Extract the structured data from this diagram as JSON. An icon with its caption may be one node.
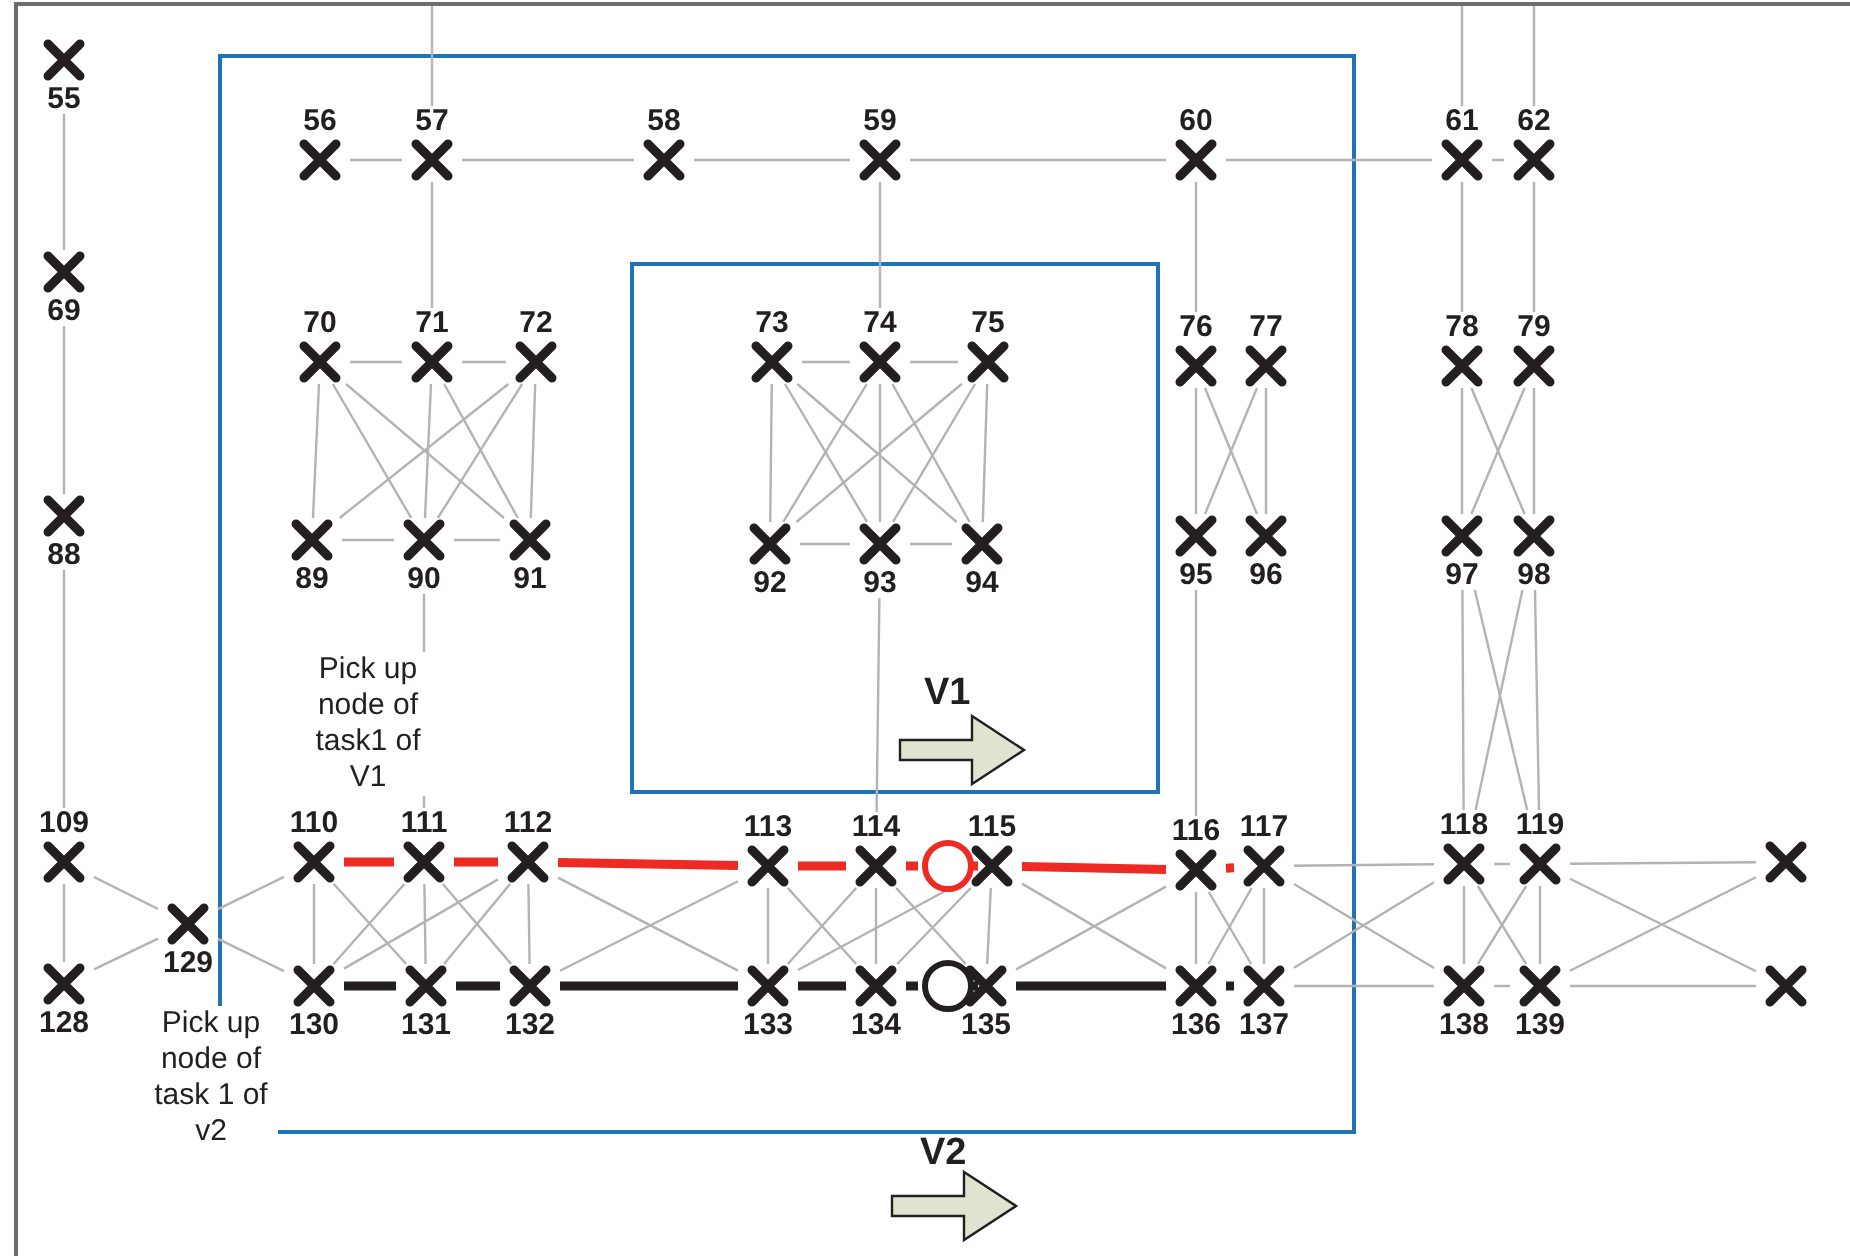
{
  "diagram": {
    "nodes": [
      {
        "text": [
          "55"
        ]
      },
      {
        "text": [
          "56"
        ]
      },
      {
        "text": [
          "57"
        ]
      },
      {
        "text": [
          "58"
        ]
      },
      {
        "text": [
          "59"
        ]
      },
      {
        "text": [
          "60"
        ]
      },
      {
        "text": [
          "61"
        ]
      },
      {
        "text": [
          "62"
        ]
      },
      {
        "text": [
          "69"
        ]
      },
      {
        "text": [
          "70"
        ]
      },
      {
        "text": [
          "71"
        ]
      },
      {
        "text": [
          "72"
        ]
      },
      {
        "text": [
          "73"
        ]
      },
      {
        "text": [
          "74"
        ]
      },
      {
        "text": [
          "75"
        ]
      },
      {
        "text": [
          "76"
        ]
      },
      {
        "text": [
          "77"
        ]
      },
      {
        "text": [
          "78"
        ]
      },
      {
        "text": [
          "79"
        ]
      },
      {
        "text": [
          "88"
        ]
      },
      {
        "text": [
          "89"
        ]
      },
      {
        "text": [
          "90"
        ]
      },
      {
        "text": [
          "91"
        ]
      },
      {
        "text": [
          "92"
        ]
      },
      {
        "text": [
          "93"
        ]
      },
      {
        "text": [
          "94"
        ]
      },
      {
        "text": [
          "95"
        ]
      },
      {
        "text": [
          "96"
        ]
      },
      {
        "text": [
          "97"
        ]
      },
      {
        "text": [
          "98"
        ]
      },
      {
        "text": [
          "109"
        ]
      },
      {
        "text": [
          "110"
        ]
      },
      {
        "text": [
          "111"
        ]
      },
      {
        "text": [
          "112"
        ]
      },
      {
        "text": [
          "113"
        ]
      },
      {
        "text": [
          "114"
        ]
      },
      {
        "text": [],
        "shape": "circle"
      },
      {
        "text": [
          "115"
        ]
      },
      {
        "text": [
          "116"
        ]
      },
      {
        "text": [
          "117"
        ]
      },
      {
        "text": [
          "118"
        ]
      },
      {
        "text": [
          "119"
        ]
      },
      {
        "text": [],
        "shape": "cross"
      },
      {
        "text": [
          "129"
        ]
      },
      {
        "text": [
          "128"
        ]
      },
      {
        "text": [
          "130"
        ]
      },
      {
        "text": [
          "131"
        ]
      },
      {
        "text": [
          "132"
        ]
      },
      {
        "text": [
          "133"
        ]
      },
      {
        "text": [
          "134"
        ]
      },
      {
        "text": [],
        "shape": "circle"
      },
      {
        "text": [
          "135"
        ]
      },
      {
        "text": [
          "136"
        ]
      },
      {
        "text": [
          "137"
        ]
      },
      {
        "text": [
          "138"
        ]
      },
      {
        "text": [
          "139"
        ]
      },
      {
        "text": [],
        "shape": "cross"
      }
    ],
    "edges": [
      {
        "from": 0,
        "to": 8,
        "arrow": "none"
      },
      {
        "from": 8,
        "to": 19,
        "arrow": "none"
      },
      {
        "from": 19,
        "to": 30,
        "arrow": "none"
      },
      {
        "from": 30,
        "to": 44,
        "arrow": "none"
      },
      {
        "from": 1,
        "to": 2,
        "arrow": "none"
      },
      {
        "from": 2,
        "to": 3,
        "arrow": "none"
      },
      {
        "from": 3,
        "to": 4,
        "arrow": "none"
      },
      {
        "from": 4,
        "to": 5,
        "arrow": "none"
      },
      {
        "from": 5,
        "to": 6,
        "arrow": "none"
      },
      {
        "from": 6,
        "to": 7,
        "arrow": "none"
      },
      {
        "from": null,
        "to": 2,
        "arrow": "none"
      },
      {
        "from": null,
        "to": 6,
        "arrow": "none"
      },
      {
        "from": null,
        "to": 7,
        "arrow": "none"
      },
      {
        "from": 2,
        "to": 10,
        "arrow": "none"
      },
      {
        "from": 10,
        "to": 21,
        "arrow": "none"
      },
      {
        "from": 21,
        "to": 32,
        "arrow": "none"
      },
      {
        "from": 4,
        "to": 13,
        "arrow": "none"
      },
      {
        "from": 13,
        "to": 24,
        "arrow": "none"
      },
      {
        "from": 24,
        "to": 35,
        "arrow": "none"
      },
      {
        "from": 35,
        "to": 49,
        "arrow": "none"
      },
      {
        "from": 5,
        "to": 15,
        "arrow": "none"
      },
      {
        "from": 15,
        "to": 26,
        "arrow": "none"
      },
      {
        "from": 26,
        "to": 38,
        "arrow": "none"
      },
      {
        "from": 38,
        "to": 52,
        "arrow": "none"
      },
      {
        "from": 6,
        "to": 17,
        "arrow": "none"
      },
      {
        "from": 17,
        "to": 28,
        "arrow": "none"
      },
      {
        "from": 28,
        "to": 40,
        "arrow": "none"
      },
      {
        "from": 40,
        "to": 54,
        "arrow": "none"
      },
      {
        "from": 7,
        "to": 18,
        "arrow": "none"
      },
      {
        "from": 18,
        "to": 29,
        "arrow": "none"
      },
      {
        "from": 29,
        "to": 41,
        "arrow": "none"
      },
      {
        "from": 41,
        "to": 55,
        "arrow": "none"
      },
      {
        "from": 9,
        "to": 10,
        "arrow": "none"
      },
      {
        "from": 10,
        "to": 11,
        "arrow": "none"
      },
      {
        "from": 20,
        "to": 21,
        "arrow": "none"
      },
      {
        "from": 21,
        "to": 22,
        "arrow": "none"
      },
      {
        "from": 9,
        "to": 20,
        "arrow": "none"
      },
      {
        "from": 11,
        "to": 22,
        "arrow": "none"
      },
      {
        "from": 9,
        "to": 21,
        "arrow": "none"
      },
      {
        "from": 9,
        "to": 22,
        "arrow": "none"
      },
      {
        "from": 10,
        "to": 22,
        "arrow": "none"
      },
      {
        "from": 11,
        "to": 20,
        "arrow": "none"
      },
      {
        "from": 11,
        "to": 21,
        "arrow": "none"
      },
      {
        "from": 12,
        "to": 13,
        "arrow": "none"
      },
      {
        "from": 13,
        "to": 14,
        "arrow": "none"
      },
      {
        "from": 23,
        "to": 24,
        "arrow": "none"
      },
      {
        "from": 24,
        "to": 25,
        "arrow": "none"
      },
      {
        "from": 12,
        "to": 23,
        "arrow": "none"
      },
      {
        "from": 14,
        "to": 25,
        "arrow": "none"
      },
      {
        "from": 12,
        "to": 24,
        "arrow": "none"
      },
      {
        "from": 12,
        "to": 25,
        "arrow": "none"
      },
      {
        "from": 13,
        "to": 23,
        "arrow": "none"
      },
      {
        "from": 13,
        "to": 25,
        "arrow": "none"
      },
      {
        "from": 14,
        "to": 23,
        "arrow": "none"
      },
      {
        "from": 14,
        "to": 24,
        "arrow": "none"
      },
      {
        "from": 16,
        "to": 27,
        "arrow": "none"
      },
      {
        "from": 15,
        "to": 27,
        "arrow": "none"
      },
      {
        "from": 16,
        "to": 26,
        "arrow": "none"
      },
      {
        "from": 17,
        "to": 29,
        "arrow": "none"
      },
      {
        "from": 18,
        "to": 28,
        "arrow": "none"
      },
      {
        "from": 28,
        "to": 41,
        "arrow": "none"
      },
      {
        "from": 29,
        "to": 40,
        "arrow": "none"
      },
      {
        "from": 30,
        "to": 43,
        "arrow": "none"
      },
      {
        "from": 44,
        "to": 43,
        "arrow": "none"
      },
      {
        "from": 43,
        "to": 31,
        "arrow": "none"
      },
      {
        "from": 43,
        "to": 45,
        "arrow": "none"
      },
      {
        "from": 31,
        "to": 32,
        "arrow": "none",
        "style": "thick",
        "color": "#ee2a24"
      },
      {
        "from": 32,
        "to": 33,
        "arrow": "none",
        "style": "thick",
        "color": "#ee2a24"
      },
      {
        "from": 33,
        "to": 34,
        "arrow": "none",
        "style": "thick",
        "color": "#ee2a24"
      },
      {
        "from": 34,
        "to": 35,
        "arrow": "none",
        "style": "thick",
        "color": "#ee2a24"
      },
      {
        "from": 35,
        "to": 36,
        "arrow": "none",
        "style": "thick",
        "color": "#ee2a24"
      },
      {
        "from": 36,
        "to": 37,
        "arrow": "none",
        "style": "thick",
        "color": "#ee2a24"
      },
      {
        "from": 37,
        "to": 38,
        "arrow": "none",
        "style": "thick",
        "color": "#ee2a24"
      },
      {
        "from": 38,
        "to": 39,
        "arrow": "none",
        "style": "thick",
        "color": "#ee2a24"
      },
      {
        "from": 45,
        "to": 46,
        "arrow": "none",
        "style": "thick",
        "color": "#231f20"
      },
      {
        "from": 46,
        "to": 47,
        "arrow": "none",
        "style": "thick",
        "color": "#231f20"
      },
      {
        "from": 47,
        "to": 48,
        "arrow": "none",
        "style": "thick",
        "color": "#231f20"
      },
      {
        "from": 48,
        "to": 49,
        "arrow": "none",
        "style": "thick",
        "color": "#231f20"
      },
      {
        "from": 49,
        "to": 50,
        "arrow": "none",
        "style": "thick",
        "color": "#231f20"
      },
      {
        "from": 50,
        "to": 51,
        "arrow": "none",
        "style": "thick",
        "color": "#231f20"
      },
      {
        "from": 51,
        "to": 52,
        "arrow": "none",
        "style": "thick",
        "color": "#231f20"
      },
      {
        "from": 52,
        "to": 53,
        "arrow": "none",
        "style": "thick",
        "color": "#231f20"
      },
      {
        "from": 31,
        "to": 45,
        "arrow": "none"
      },
      {
        "from": 32,
        "to": 46,
        "arrow": "none"
      },
      {
        "from": 33,
        "to": 47,
        "arrow": "none"
      },
      {
        "from": 34,
        "to": 48,
        "arrow": "none"
      },
      {
        "from": 37,
        "to": 51,
        "arrow": "none"
      },
      {
        "from": 39,
        "to": 53,
        "arrow": "none"
      },
      {
        "from": 31,
        "to": 46,
        "arrow": "none"
      },
      {
        "from": 32,
        "to": 45,
        "arrow": "none"
      },
      {
        "from": 32,
        "to": 47,
        "arrow": "none"
      },
      {
        "from": 33,
        "to": 46,
        "arrow": "none"
      },
      {
        "from": 33,
        "to": 45,
        "arrow": "none"
      },
      {
        "from": 33,
        "to": 48,
        "arrow": "none"
      },
      {
        "from": 34,
        "to": 47,
        "arrow": "none"
      },
      {
        "from": 34,
        "to": 49,
        "arrow": "none"
      },
      {
        "from": 48,
        "to": 35,
        "arrow": "none"
      },
      {
        "from": 48,
        "to": 37,
        "arrow": "none"
      },
      {
        "from": 49,
        "to": 37,
        "arrow": "none"
      },
      {
        "from": 35,
        "to": 51,
        "arrow": "none"
      },
      {
        "from": 37,
        "to": 52,
        "arrow": "none"
      },
      {
        "from": 51,
        "to": 38,
        "arrow": "none"
      },
      {
        "from": 38,
        "to": 53,
        "arrow": "none"
      },
      {
        "from": 39,
        "to": 52,
        "arrow": "none"
      },
      {
        "from": 39,
        "to": 54,
        "arrow": "none"
      },
      {
        "from": 53,
        "to": 40,
        "arrow": "none"
      },
      {
        "from": 40,
        "to": 55,
        "arrow": "none"
      },
      {
        "from": 41,
        "to": 54,
        "arrow": "none"
      },
      {
        "from": 41,
        "to": 56,
        "arrow": "none"
      },
      {
        "from": 55,
        "to": 42,
        "arrow": "none"
      },
      {
        "from": 39,
        "to": 40,
        "arrow": "none"
      },
      {
        "from": 40,
        "to": 41,
        "arrow": "none"
      },
      {
        "from": 41,
        "to": 42,
        "arrow": "none"
      },
      {
        "from": 53,
        "to": 54,
        "arrow": "none"
      },
      {
        "from": 54,
        "to": 55,
        "arrow": "none"
      },
      {
        "from": 55,
        "to": 56,
        "arrow": "none"
      }
    ],
    "labels": [
      "Pick up node of task1 of V1",
      "V1",
      "Pick up node of task 1 of v2",
      "V2"
    ]
  }
}
